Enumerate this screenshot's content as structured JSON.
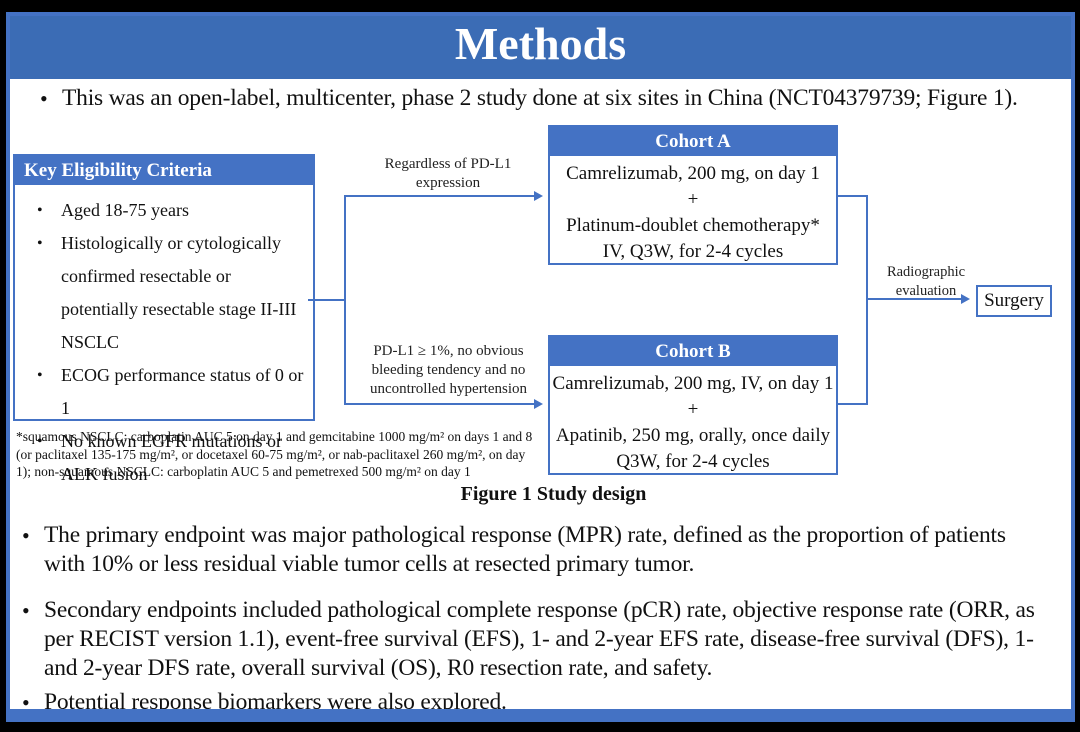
{
  "slide": {
    "title": "Methods",
    "intro_bullet": "This was an open-label, multicenter, phase 2 study done at six sites in China (NCT04379739; Figure 1).",
    "figure": {
      "caption": "Figure 1 Study design",
      "eligibility": {
        "header": "Key Eligibility Criteria",
        "items": [
          "Aged 18-75 years",
          "Histologically or cytologically confirmed resectable or potentially resectable stage II-III NSCLC",
          "ECOG performance status of 0 or 1",
          "No known EGFR mutations or ALK fusion"
        ]
      },
      "branch_labels": {
        "to_cohort_a": "Regardless of PD-L1 expression",
        "to_cohort_b": "PD-L1 ≥ 1%, no obvious bleeding tendency and no uncontrolled hypertension",
        "to_surgery": "Radiographic evaluation"
      },
      "cohort_a": {
        "header": "Cohort A",
        "lines": [
          "Camrelizumab, 200 mg, on day 1",
          "+",
          "Platinum-doublet chemotherapy*",
          "IV, Q3W, for 2-4 cycles"
        ]
      },
      "cohort_b": {
        "header": "Cohort B",
        "lines": [
          "Camrelizumab, 200 mg, IV, on day 1",
          "+",
          "Apatinib, 250 mg, orally, once daily",
          "Q3W, for 2-4 cycles"
        ]
      },
      "surgery_label": "Surgery",
      "footnote": "*squamous NSCLC: carboplatin AUC 5 on day 1 and gemcitabine 1000 mg/m² on days 1 and 8 (or paclitaxel 135-175 mg/m², or docetaxel 60-75 mg/m², or nab-paclitaxel 260 mg/m², on day 1); non-squamous NSCLC: carboplatin AUC 5 and pemetrexed 500 mg/m² on day 1"
    },
    "bullets": [
      "The primary endpoint was major pathological response (MPR) rate, defined as the proportion of patients with 10% or less residual viable tumor cells at resected primary tumor.",
      "Secondary endpoints included pathological complete response (pCR) rate, objective response rate (ORR, as per RECIST version 1.1), event-free survival (EFS), 1- and 2-year EFS rate, disease-free survival (DFS), 1- and 2-year DFS rate, overall survival (OS), R0 resection rate, and safety.",
      "Potential response biomarkers were also explored."
    ],
    "colors": {
      "banner_blue": "#3B6CB5",
      "accent_blue": "#4472C4",
      "background": "#FFFFFF",
      "frame_black": "#000000"
    }
  }
}
